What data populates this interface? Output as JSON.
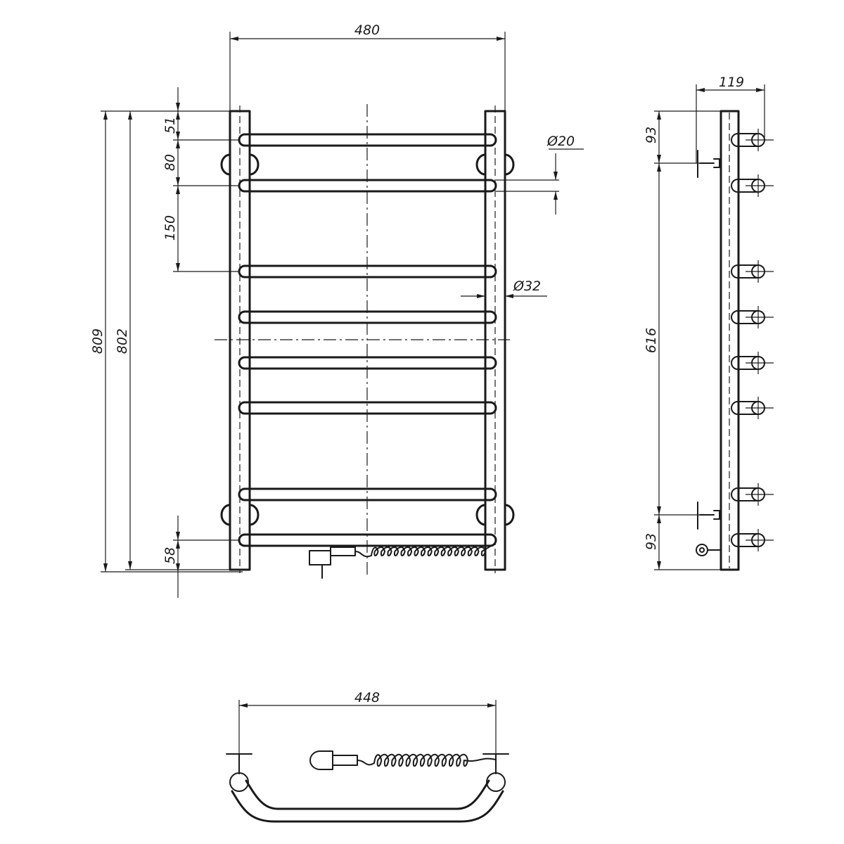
{
  "drawing": {
    "front_view": {
      "width_overall": "480",
      "height_overall": "809",
      "height_rails": "802",
      "top_offset": "51",
      "bar_spacing_1": "80",
      "bar_spacing_2": "150",
      "bottom_offset": "58",
      "bar_diameter": "Ø20",
      "rail_diameter": "Ø32",
      "bar_count": 8
    },
    "side_view": {
      "depth": "119",
      "top_mount_offset": "93",
      "mount_spacing": "616",
      "bottom_mount_offset": "93"
    },
    "bottom_view": {
      "bar_width": "448"
    }
  }
}
